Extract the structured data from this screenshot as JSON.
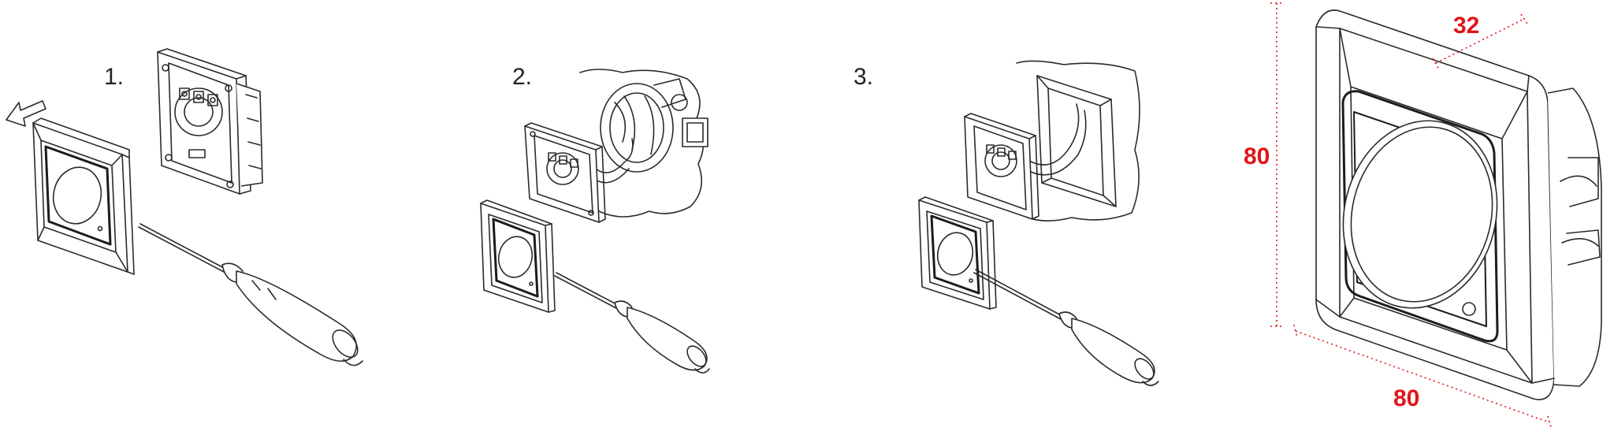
{
  "steps": [
    {
      "label": "1."
    },
    {
      "label": "2."
    },
    {
      "label": "3."
    }
  ],
  "dimensions": {
    "height": "80",
    "width": "80",
    "depth": "32",
    "color": "#e0151b"
  }
}
